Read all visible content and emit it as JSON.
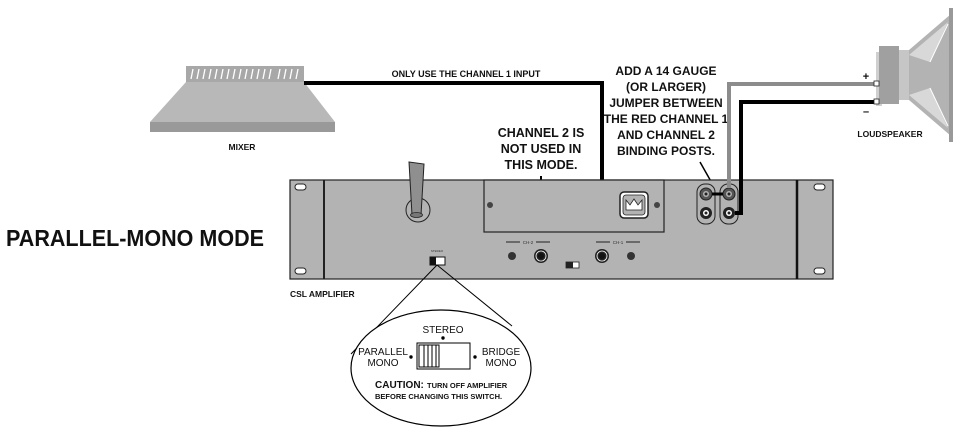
{
  "title": "PARALLEL-MONO MODE",
  "components": {
    "mixer": {
      "label": "MIXER"
    },
    "loudspeaker": {
      "label": "LOUDSPEAKER",
      "positive": "+",
      "negative": "–"
    },
    "amplifier": {
      "label": "CSL AMPLIFIER",
      "ch2_label": "CH-2",
      "ch1_label": "CH-1",
      "logo": "crown-logo"
    }
  },
  "callouts": {
    "input": "ONLY USE THE CHANNEL 1 INPUT",
    "ch2": [
      "CHANNEL 2 IS",
      "NOT USED IN",
      "THIS MODE."
    ],
    "jumper": [
      "ADD A 14 GAUGE",
      "(OR LARGER)",
      "JUMPER BETWEEN",
      "THE RED CHANNEL 1",
      "AND CHANNEL 2",
      "BINDING POSTS."
    ]
  },
  "switch_detail": {
    "stereo": "STEREO",
    "parallel": [
      "PARALLEL",
      "MONO"
    ],
    "bridge": [
      "BRIDGE",
      "MONO"
    ],
    "selected": "PARALLEL MONO",
    "caution_label": "CAUTION:",
    "caution_line1": "TURN OFF AMPLIFIER",
    "caution_line2": "BEFORE CHANGING THIS SWITCH."
  },
  "colors": {
    "panel": "#b3b3b3",
    "panel_dark": "#9a9a9a",
    "wire_black": "#000000",
    "wire_gray": "#8c8c8c"
  }
}
